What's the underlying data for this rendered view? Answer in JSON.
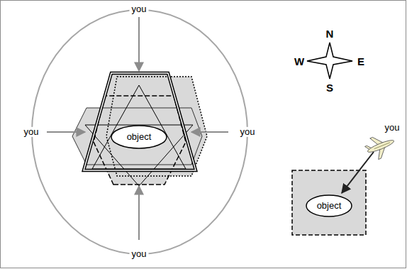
{
  "diagram": {
    "nodes": [
      {
        "text": [
          "object"
        ]
      },
      {
        "text": [
          "object"
        ]
      }
    ],
    "labels": [
      "you",
      "you",
      "you",
      "you",
      "you",
      "N",
      "W",
      "E",
      "S"
    ]
  }
}
